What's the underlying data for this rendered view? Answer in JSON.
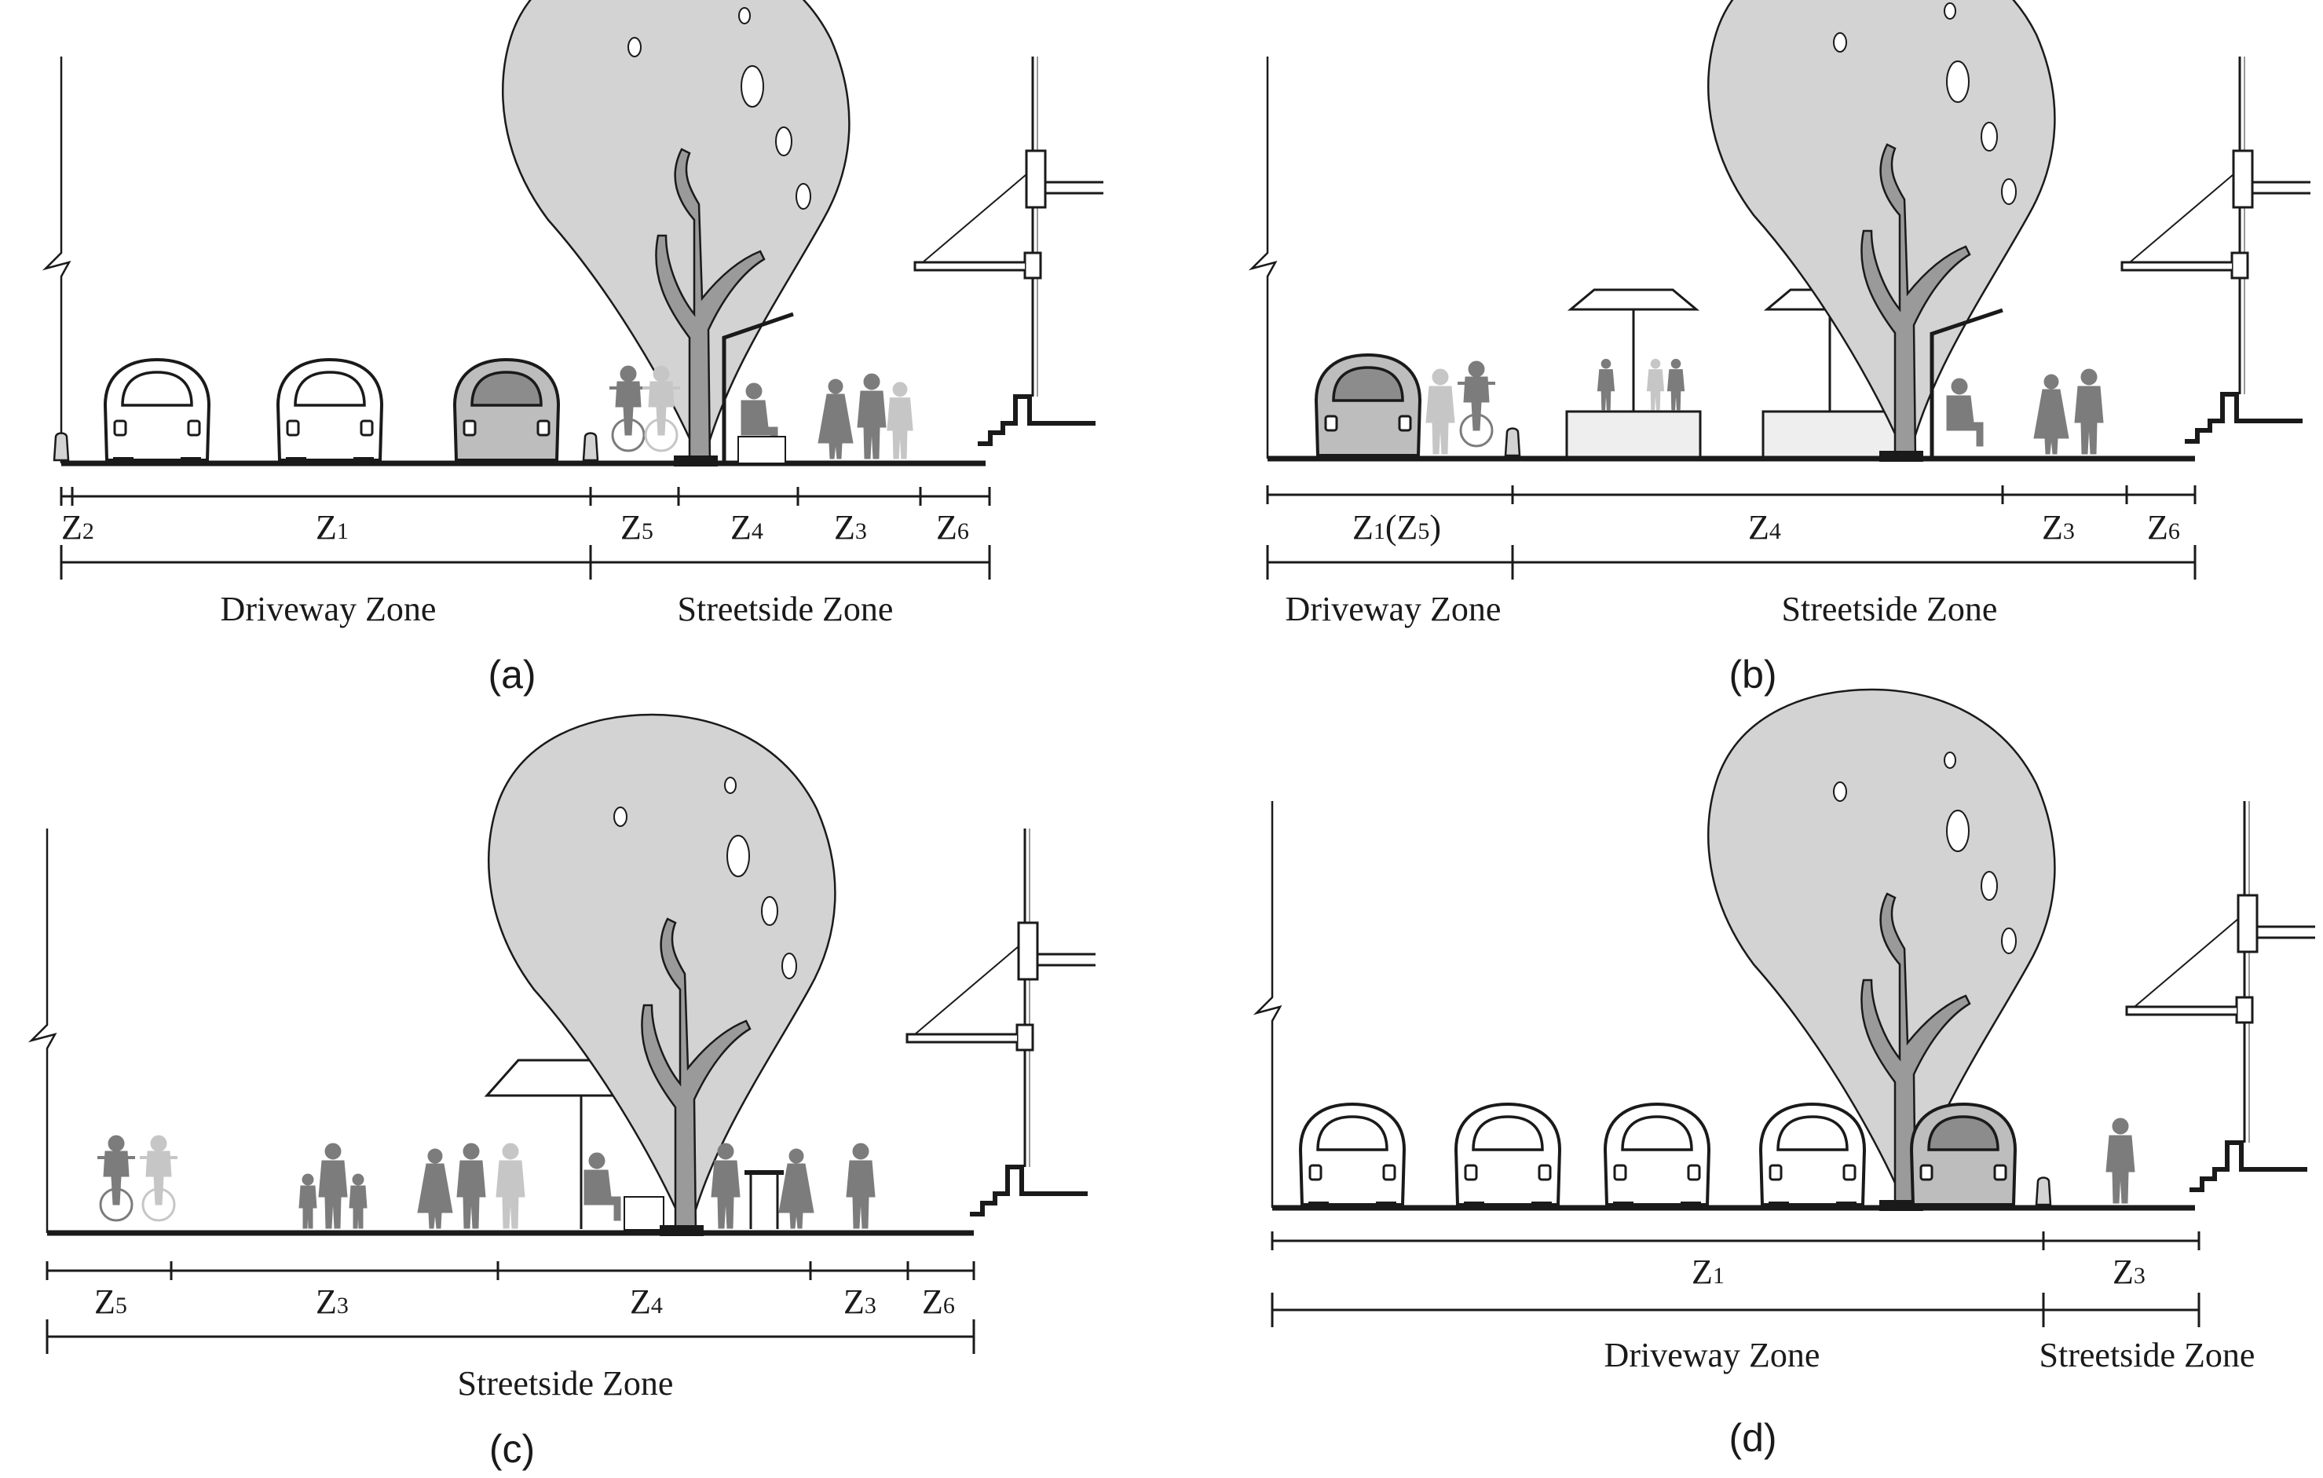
{
  "colors": {
    "ink": "#1a1a1a",
    "tree": "#d3d3d3",
    "trunk": "#9a9a9a",
    "person": "#7c7c7c",
    "person_faded": "#c6c6c6",
    "car_gray": "#bdbdbd",
    "planter": "#eeeeee"
  },
  "panels": [
    {
      "caption": "(a)",
      "zones": [
        {
          "label": "Z",
          "sub": "2"
        },
        {
          "label": "Z",
          "sub": "1"
        },
        {
          "label": "Z",
          "sub": "5"
        },
        {
          "label": "Z",
          "sub": "4"
        },
        {
          "label": "Z",
          "sub": "3"
        },
        {
          "label": "Z",
          "sub": "6"
        }
      ],
      "groups": [
        "Driveway Zone",
        "Streetside Zone"
      ]
    },
    {
      "caption": "(b)",
      "zones": [
        {
          "label": "Z",
          "sub": "1",
          "suffix": "(Z",
          "sub2": "5",
          "suffix2": ")"
        },
        {
          "label": "Z",
          "sub": "4"
        },
        {
          "label": "Z",
          "sub": "3"
        },
        {
          "label": "Z",
          "sub": "6"
        }
      ],
      "groups": [
        "Driveway Zone",
        "Streetside Zone"
      ]
    },
    {
      "caption": "(c)",
      "zones": [
        {
          "label": "Z",
          "sub": "5"
        },
        {
          "label": "Z",
          "sub": "3"
        },
        {
          "label": "Z",
          "sub": "4"
        },
        {
          "label": "Z",
          "sub": "3"
        },
        {
          "label": "Z",
          "sub": "6"
        }
      ],
      "groups": [
        "Streetside Zone"
      ]
    },
    {
      "caption": "(d)",
      "zones": [
        {
          "label": "Z",
          "sub": "1"
        },
        {
          "label": "Z",
          "sub": "3"
        }
      ],
      "groups": [
        "Driveway Zone",
        "Streetside Zone"
      ]
    }
  ]
}
